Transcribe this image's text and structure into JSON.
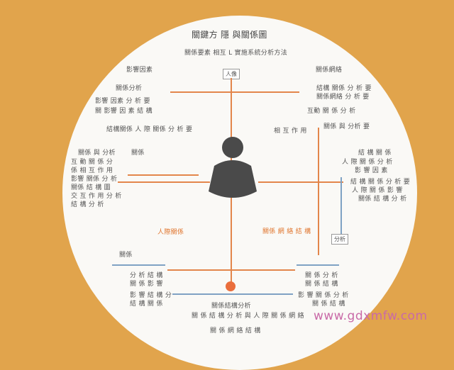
{
  "diagram": {
    "title": "關鍵方 隱 與關係圖",
    "subtitle": "關係要素 相互 L 實施系統分析方法",
    "top_box": "人像",
    "left": {
      "heading": "影響因素",
      "block1": [
        "關係分析",
        "影響 因素 分 析 要",
        "關 影響 因 素 結 構"
      ],
      "block2": "結構關係 人 際 關係 分 析 要",
      "block3": [
        "關係 與 分析",
        "互 動 關 係 分",
        "係 相 互 作 用",
        "影響 關係 分 析",
        "關係 結 構 圖",
        "交 互 作 用 分 析",
        "結 構 分 析"
      ],
      "tag": "關係",
      "orange_label": "人際關係"
    },
    "right": {
      "heading": "關係網絡",
      "block1": [
        "結構 關係 分 析 要",
        "關係網絡 分 析 要"
      ],
      "callout1": "互動 關 係 分 析",
      "callout2": "相 互 作 用",
      "block2": "關係 與 分析 要",
      "block3": [
        "結 構 關 係",
        "人 際 關 係 分 析",
        "影 響 因 素",
        "結 構 關 係 分 析 要",
        "人 際 關 係 影 響",
        "關係 結 構 分 析"
      ],
      "orange_label": "關係 網 絡 結 構",
      "box": "分析"
    },
    "bottom": {
      "left_tag": "關係",
      "left_block": [
        "分 析 結 構",
        "關 係 影 響",
        "影 響 結 構 分",
        "結 構 關 係"
      ],
      "right_block": [
        "關 係 分 析",
        "關 係 結 構",
        "影 響 關 係 分 析",
        "關 係 結 構"
      ],
      "center": [
        "關係結構分析",
        "關 係 結 構 分 析 與 人 際 關 係 網 絡",
        "關 係 網 絡 結 構"
      ]
    },
    "watermark": "www.gdxmfw.com"
  }
}
